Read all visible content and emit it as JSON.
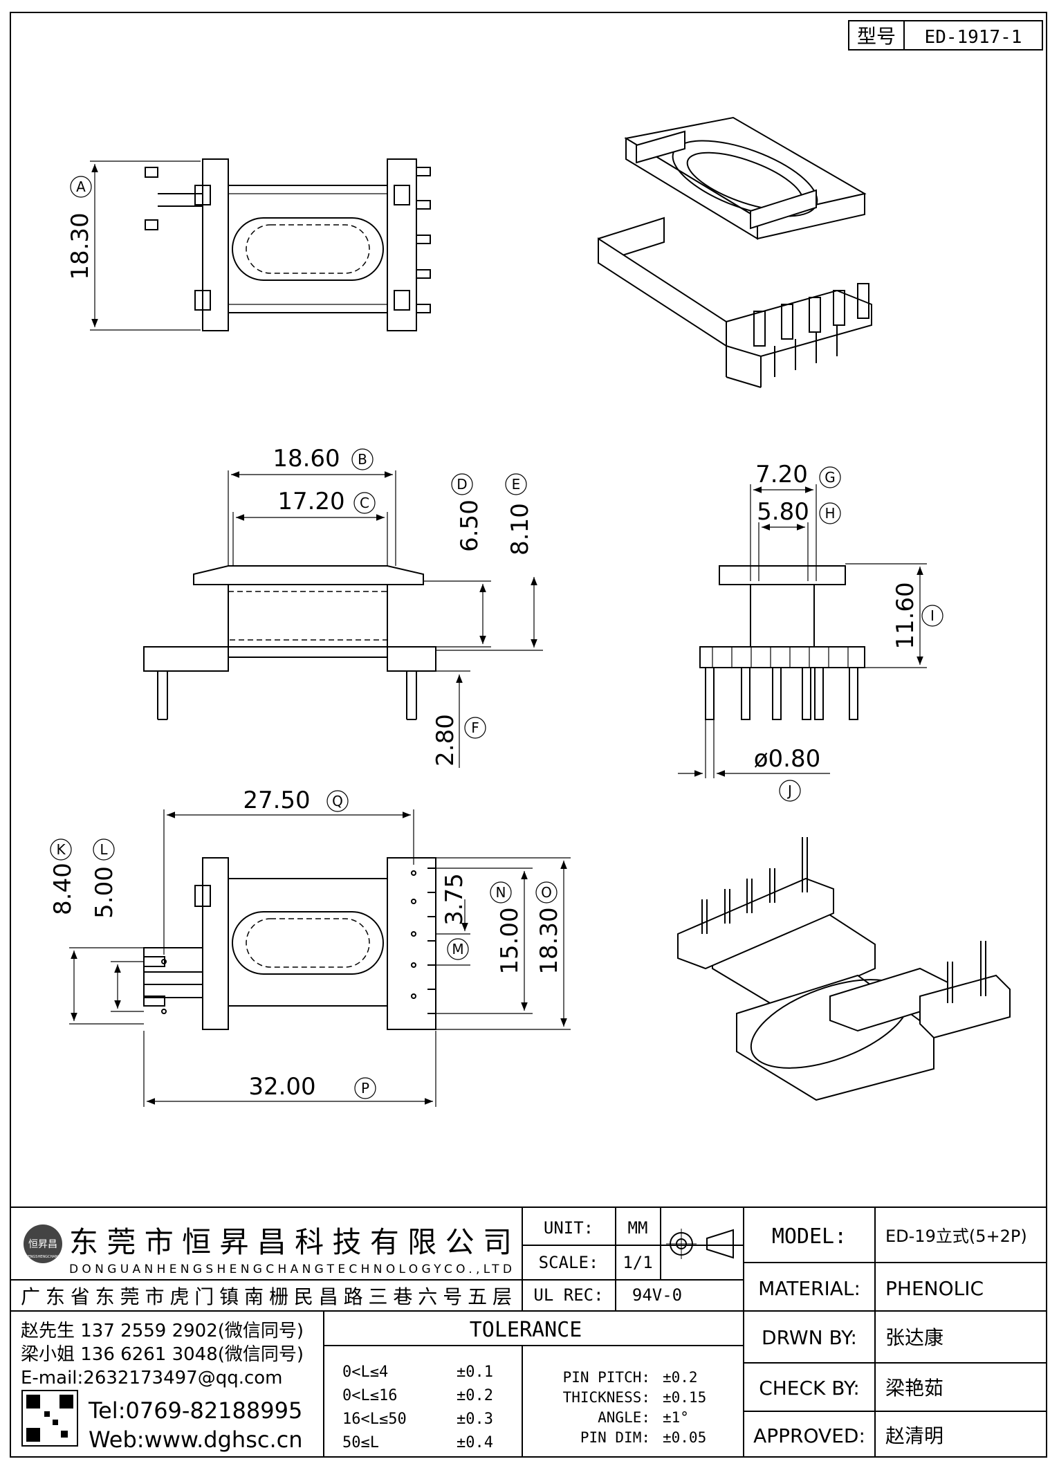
{
  "header": {
    "model_label": "型号",
    "model_code": "ED-1917-1"
  },
  "dimensions": [
    {
      "value": "18.30",
      "tag": "A"
    },
    {
      "value": "18.60",
      "tag": "B"
    },
    {
      "value": "17.20",
      "tag": "C"
    },
    {
      "value": "6.50",
      "tag": "D"
    },
    {
      "value": "8.10",
      "tag": "E"
    },
    {
      "value": "2.80",
      "tag": "F"
    },
    {
      "value": "7.20",
      "tag": "G"
    },
    {
      "value": "5.80",
      "tag": "H"
    },
    {
      "value": "11.60",
      "tag": "I"
    },
    {
      "value": "ø0.80",
      "tag": "J"
    },
    {
      "value": "8.40",
      "tag": "K"
    },
    {
      "value": "5.00",
      "tag": "L"
    },
    {
      "value": "3.75",
      "tag": "M"
    },
    {
      "value": "15.00",
      "tag": "N"
    },
    {
      "value": "18.30",
      "tag": "O"
    },
    {
      "value": "32.00",
      "tag": "P"
    },
    {
      "value": "27.50",
      "tag": "Q"
    }
  ],
  "title_block": {
    "company_cn": "东莞市恒昇昌科技有限公司",
    "company_en": "DONGUANHENGSHENGCHANGTECHNOLOGYCO.,LTD",
    "logo_text": "恒昇昌",
    "logo_sub": "HENGSHENGCHANG",
    "address": "广东省东莞市虎门镇南栅民昌路三巷六号五层",
    "contacts": [
      "赵先生 137 2559 2902(微信同号)",
      "梁小姐 136 6261 3048(微信同号)",
      "E-mail:2632173497@qq.com"
    ],
    "tel": "Tel:0769-82188995",
    "web": "Web:www.dghsc.cn",
    "unit_label": "UNIT:",
    "unit_value": "MM",
    "scale_label": "SCALE:",
    "scale_value": "1/1",
    "ulrec_label": "UL REC:",
    "ulrec_value": "94V-0",
    "tolerance_title": "TOLERANCE",
    "tolerance_rows": [
      {
        "range": "0<L≤4",
        "value": "±0.1"
      },
      {
        "range": "0<L≤16",
        "value": "±0.2"
      },
      {
        "range": "16<L≤50",
        "value": "±0.3"
      },
      {
        "range": "50≤L",
        "value": "±0.4"
      }
    ],
    "pin_rows": [
      {
        "label": "PIN PITCH:",
        "value": "±0.2"
      },
      {
        "label": "THICKNESS:",
        "value": "±0.15"
      },
      {
        "label": "ANGLE:",
        "value": "±1°"
      },
      {
        "label": "PIN DIM:",
        "value": "±0.05"
      }
    ],
    "model_label": "MODEL:",
    "model_value": "ED-19立式(5+2P)",
    "material_label": "MATERIAL:",
    "material_value": "PHENOLIC",
    "drawn_label": "DRWN BY:",
    "drawn_value": "张达康",
    "check_label": "CHECK BY:",
    "check_value": "梁艳茹",
    "approved_label": "APPROVED:",
    "approved_value": "赵清明"
  }
}
